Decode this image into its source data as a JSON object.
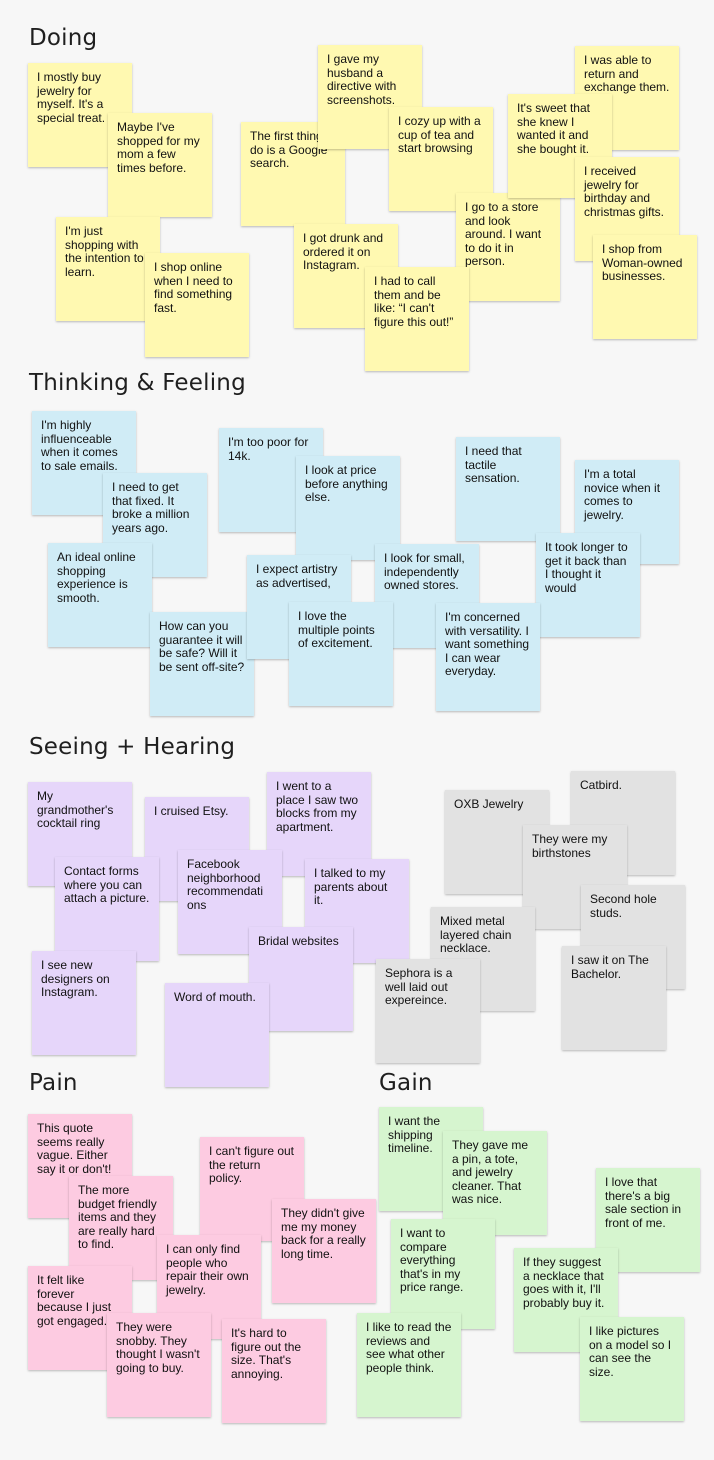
{
  "sections": {
    "doing": "Doing",
    "thinking": "Thinking & Feeling",
    "seeing": "Seeing + Hearing",
    "pain": "Pain",
    "gain": "Gain"
  },
  "colors": {
    "yellow": "#fff9b1",
    "blue": "#d0ecf6",
    "purple": "#e6d6fa",
    "gray": "#e2e2e2",
    "pink": "#fdcbe1",
    "green": "#d6f5cf"
  },
  "doing": [
    "I mostly buy jewelry for myself. It's a special treat.",
    "Maybe I've shopped for my mom a few times before.",
    "I'm just shopping with the intention to learn.",
    "I shop online when I need to find something fast.",
    "I gave my husband a directive with screenshots.",
    "The first thing I do is a Google search.",
    "I cozy up with a cup of tea and start browsing",
    "I got drunk and ordered it on Instagram.",
    "I had to call them and be like: “I can't figure this out!”",
    "I go to a store and look around. I want to do it in person.",
    "It's sweet that she knew I wanted it and she bought it.",
    "I was able to return and exchange them.",
    "I received jewelry for birthday and christmas gifts.",
    "I shop from Woman-owned businesses."
  ],
  "thinking": [
    "I'm highly influenceable when it comes to sale emails.",
    "I need to get that fixed. It broke a million years ago.",
    "An ideal online shopping experience is smooth.",
    "How can you guarantee it will be safe? Will it be sent off-site?",
    "I'm too poor for 14k.",
    "I look at price before anything else.",
    "I expect artistry as advertised,",
    "I love the multiple points of excitement.",
    "I look for small, independently owned stores.",
    "I need that tactile sensation.",
    "I'm concerned with versatility. I want something I can wear everyday.",
    "I'm a total novice when it comes to jewelry.",
    "It took longer to get it back than I thought it would"
  ],
  "seeing_purple": [
    "My grandmother's cocktail ring",
    "I cruised Etsy.",
    "Contact forms where you can attach a picture.",
    "Facebook neighborhood recommendati ons",
    "I went to a place I saw two blocks from my apartment.",
    "I talked to my parents about it.",
    "Bridal websites",
    "I see new designers on Instagram.",
    "Word of mouth."
  ],
  "seeing_gray": [
    "OXB Jewelry",
    "Catbird.",
    "They were my birthstones",
    "Second hole studs.",
    "Mixed metal layered chain necklace.",
    "I saw it on The Bachelor.",
    "Sephora is a well laid out expereince."
  ],
  "pain": [
    "This quote seems really vague. Either say it or don't!",
    "The more budget friendly items and they are really hard to find.",
    "I can't figure out the return policy.",
    "I can only find people who repair their own jewelry.",
    "They didn't give me my money back for a really long time.",
    "It felt like forever because I just got engaged.",
    "They were snobby. They thought I wasn't going to buy.",
    "It's hard to figure out the size. That's annoying."
  ],
  "gain": [
    "I want the shipping timeline.",
    "They gave me a pin, a tote, and jewelry cleaner. That was nice.",
    "I love that there's a big sale section in front of me.",
    "I want to compare everything that's in my price range.",
    "If they suggest a necklace that goes with it, I'll probably buy it.",
    "I like to read the reviews and see what other people think.",
    "I like pictures on a model so I can see the size."
  ]
}
